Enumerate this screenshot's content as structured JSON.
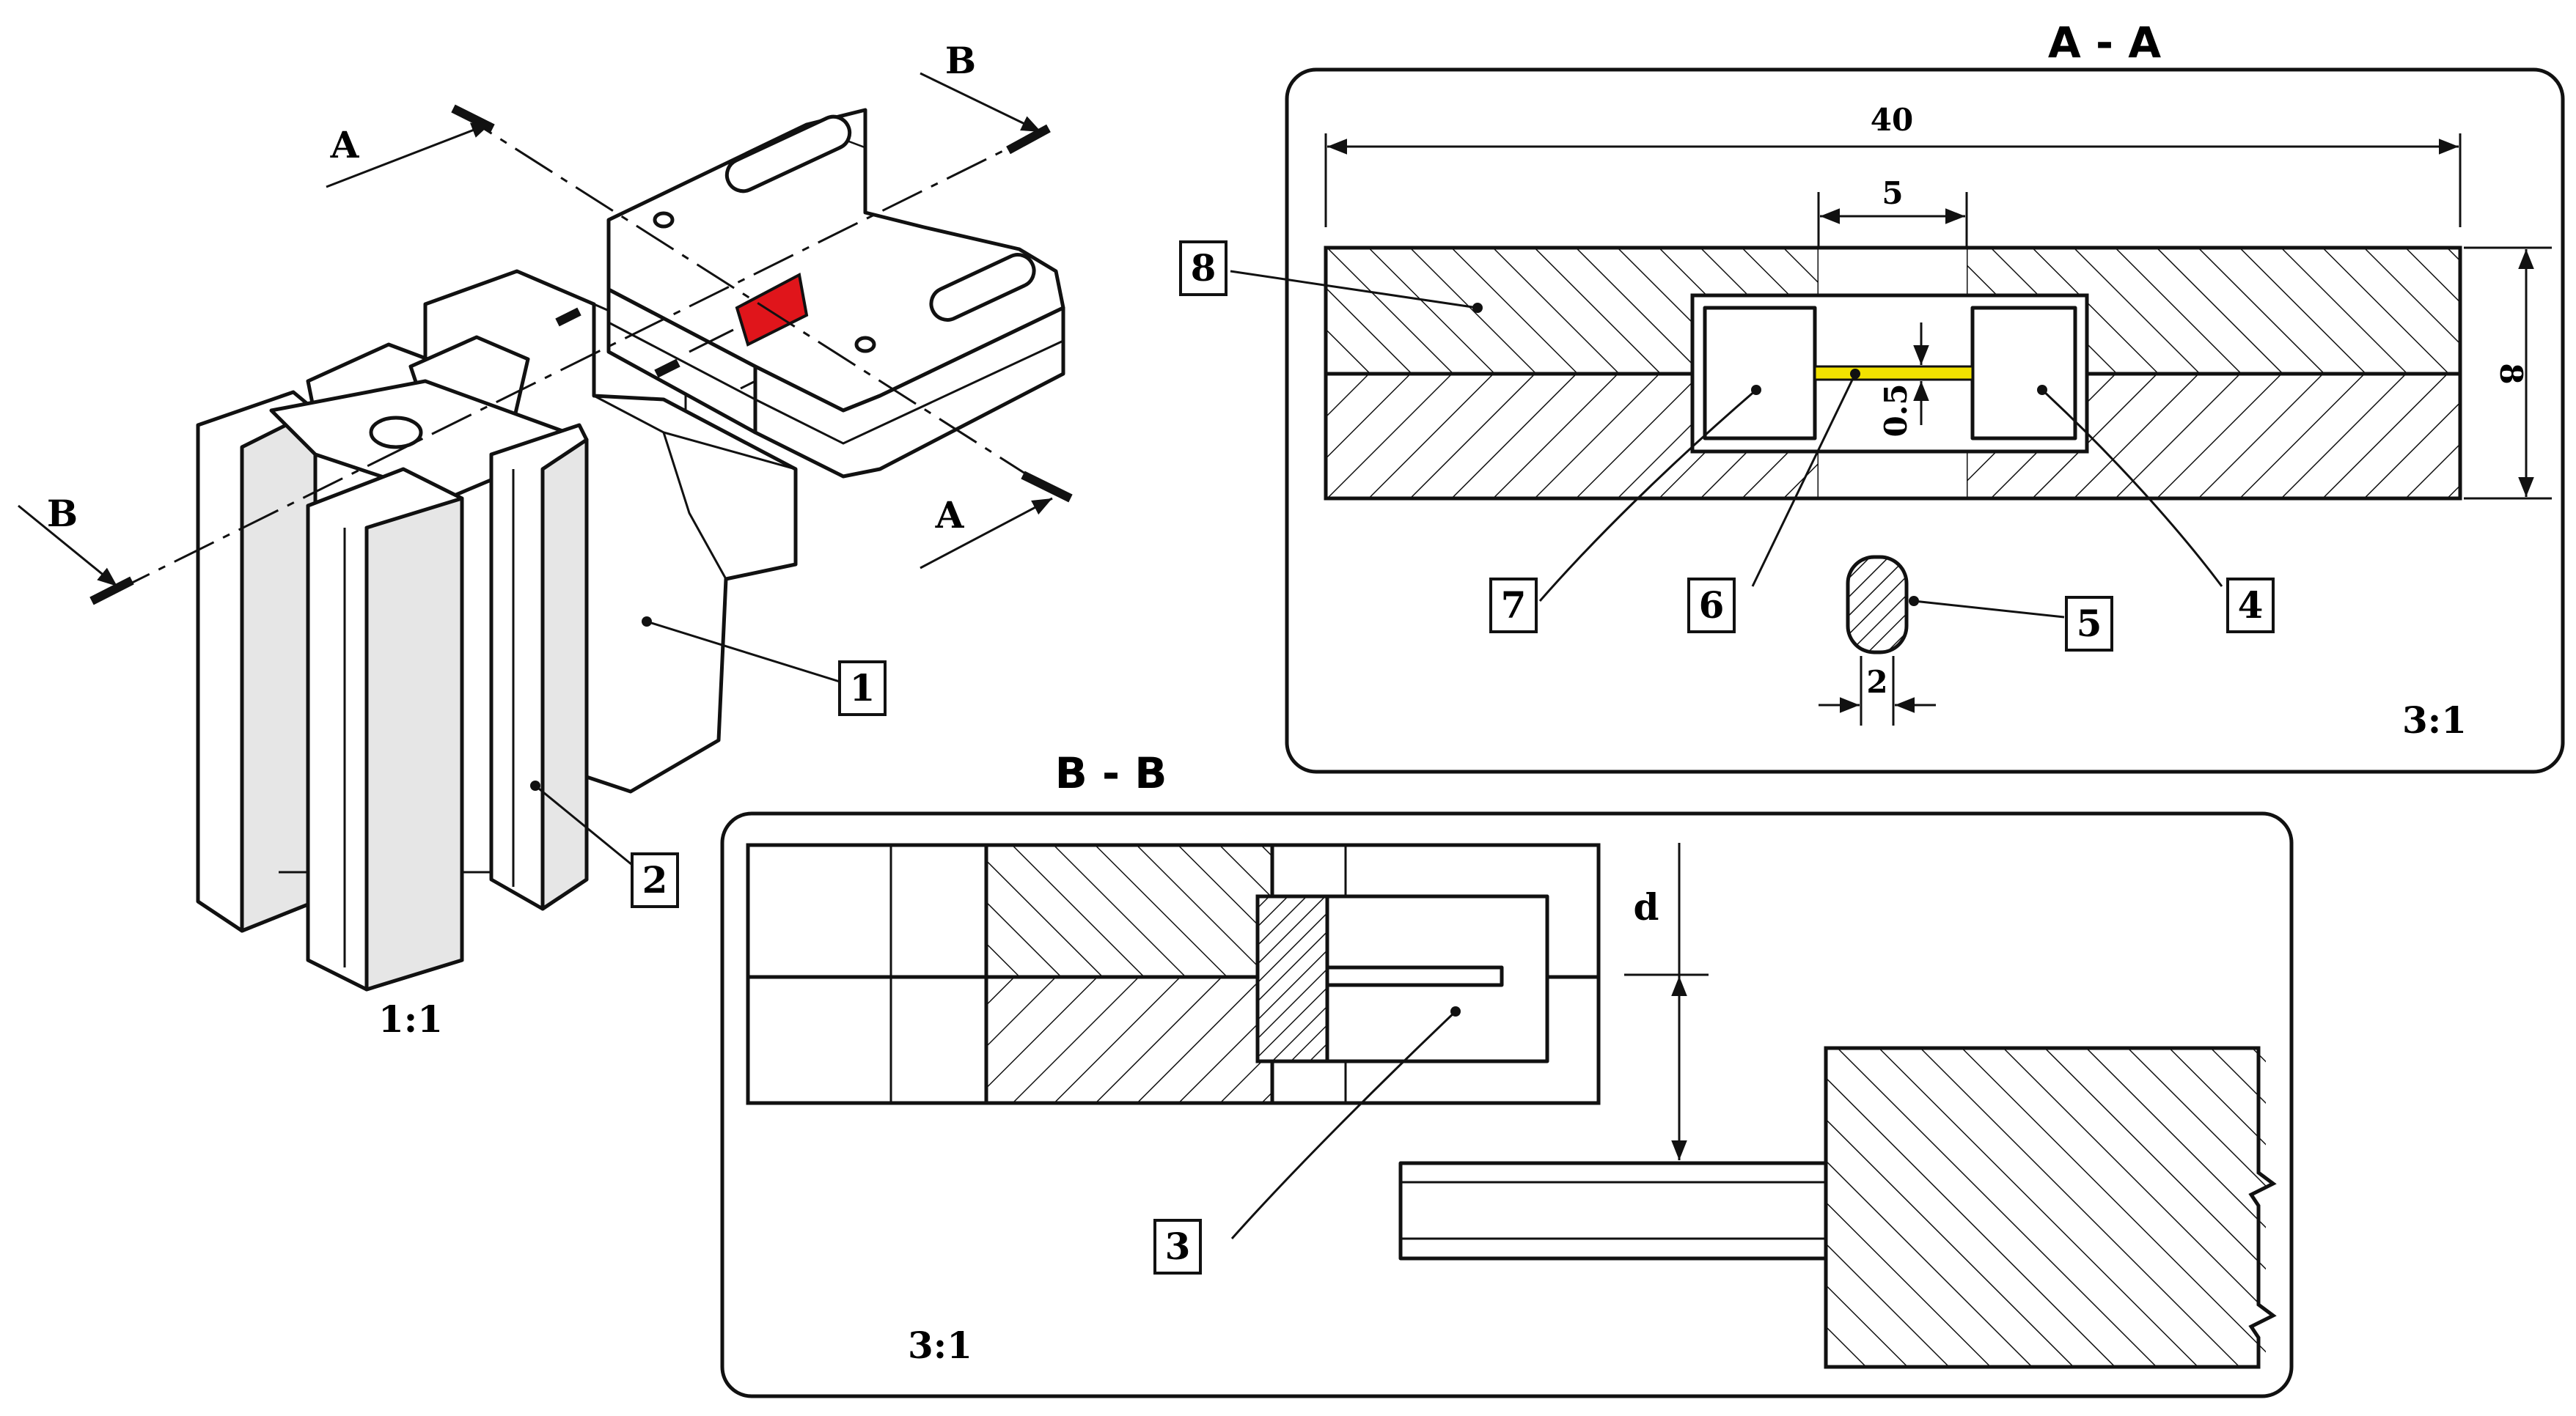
{
  "section_aa": {
    "title": "A - A",
    "scale": "3:1"
  },
  "section_bb": {
    "title": "B - B",
    "scale": "3:1"
  },
  "iso_view": {
    "scale": "1:1",
    "cut_a": "A",
    "cut_b": "B"
  },
  "dimensions": {
    "width": "40",
    "gap": "5",
    "height": "8",
    "thickness": "0.5",
    "diameter": "2",
    "distance": "d"
  },
  "callouts": [
    "1",
    "2",
    "3",
    "4",
    "5",
    "6",
    "7",
    "8"
  ],
  "colors": {
    "ink": "#111111",
    "highlight_red": "#e0151b",
    "highlight_yellow": "#f2e200"
  }
}
